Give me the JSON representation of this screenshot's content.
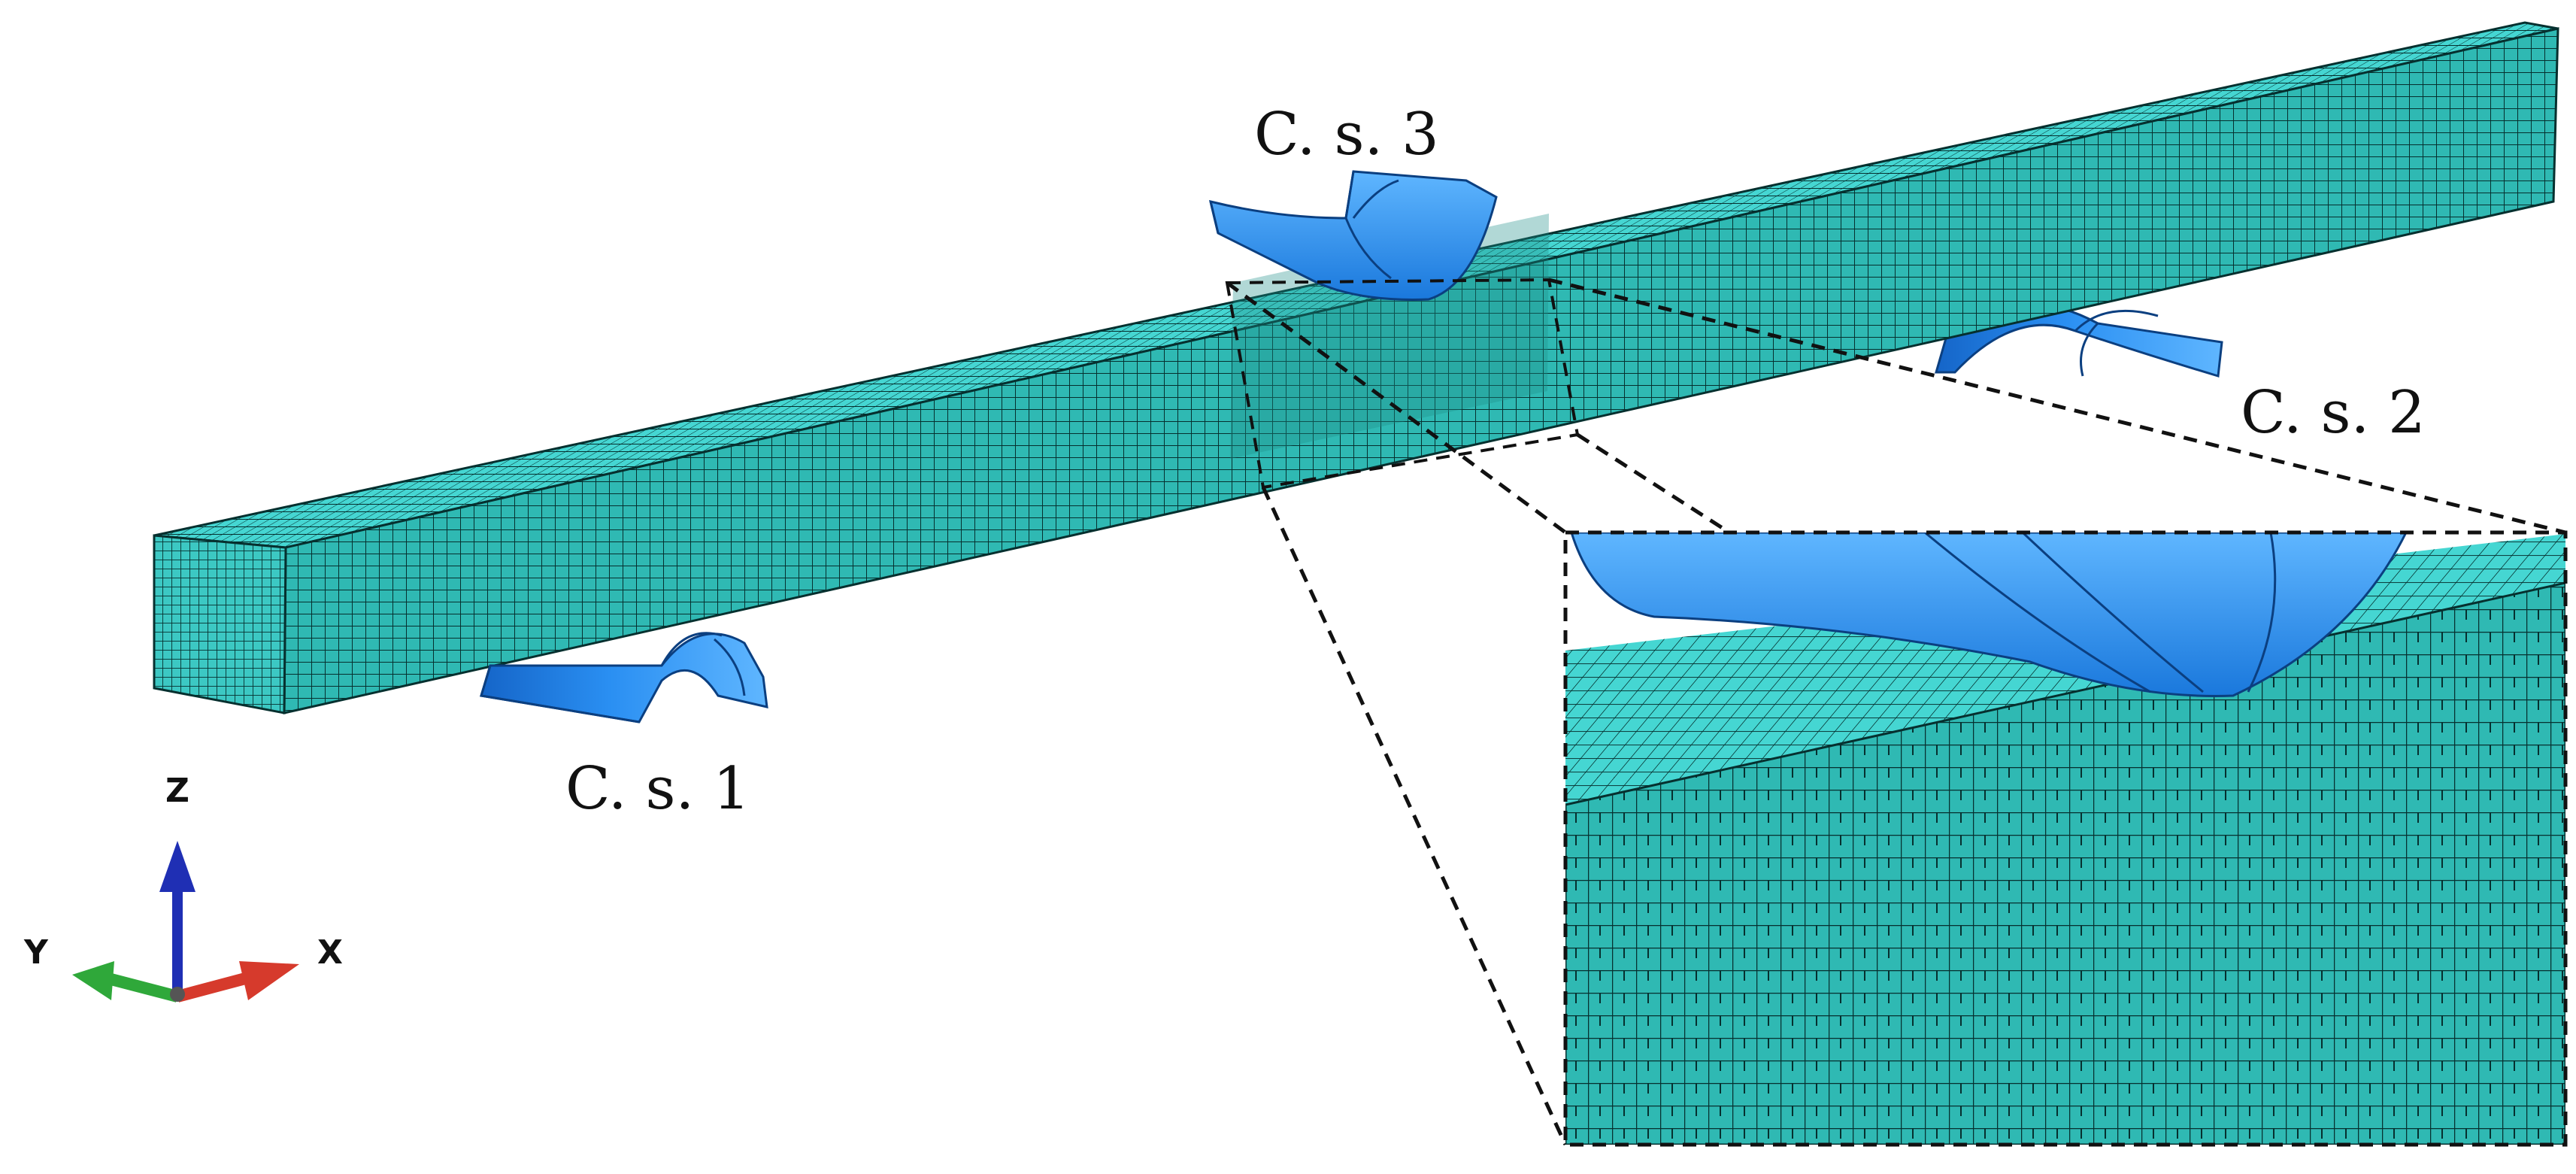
{
  "labels": {
    "support_1": "C. s. 1",
    "support_2": "C. s. 2",
    "support_3": "C. s. 3"
  },
  "axes": {
    "x": "X",
    "y": "Y",
    "z": "Z"
  },
  "colors": {
    "mesh_fill": "#2fb9b3",
    "mesh_top": "#45d6d2",
    "mesh_dark": "#1f8e8a",
    "mesh_line": "#06302f",
    "support": "#2a8ff2",
    "support_light": "#5fb6ff",
    "support_dark": "#1565c8",
    "axis_x": "#d63a2c",
    "axis_y": "#2fa83a",
    "axis_z": "#1f2fb4"
  }
}
